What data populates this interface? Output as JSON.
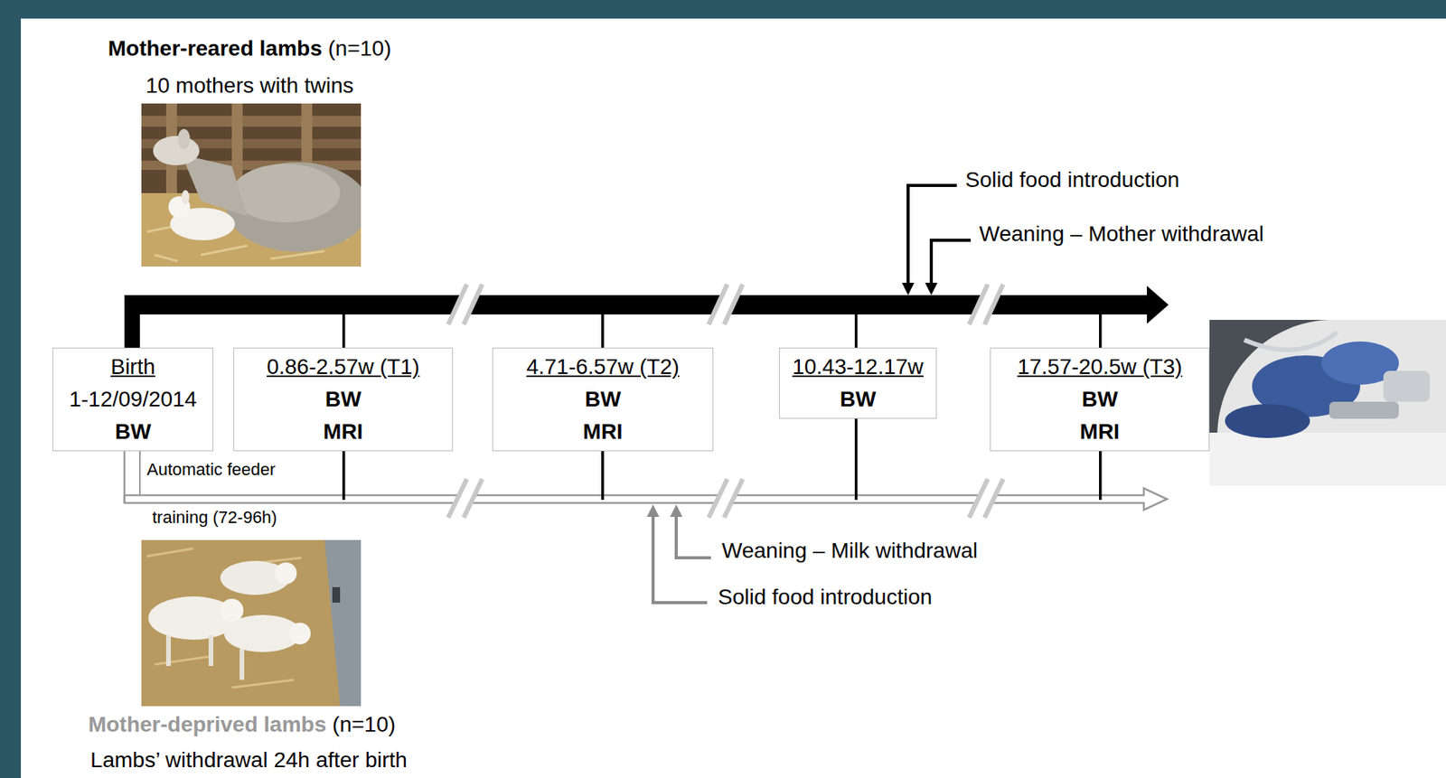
{
  "diagram": {
    "nodes": [
      {
        "text": [
          "Birth",
          "1-12/09/2014",
          "BW"
        ]
      },
      {
        "text": [
          "0.86-2.57w (T1)",
          "BW",
          "MRI"
        ]
      },
      {
        "text": [
          "4.71-6.57w (T2)",
          "BW",
          "MRI"
        ]
      },
      {
        "text": [
          "10.43-12.17w",
          "BW"
        ]
      },
      {
        "text": [
          "17.57-20.5w (T3)",
          "BW",
          "MRI"
        ]
      }
    ],
    "labels": [
      "Mother-reared lambs",
      "(n=10)",
      "10 mothers with twins",
      "Solid food introduction",
      "Weaning – Mother withdrawal",
      "Automatic feeder",
      "training (72-96h)",
      "Weaning – Milk withdrawal",
      "Solid food introduction",
      "Mother-deprived lambs",
      "(n=10)",
      "Lambs’ withdrawal 24h after birth"
    ]
  }
}
